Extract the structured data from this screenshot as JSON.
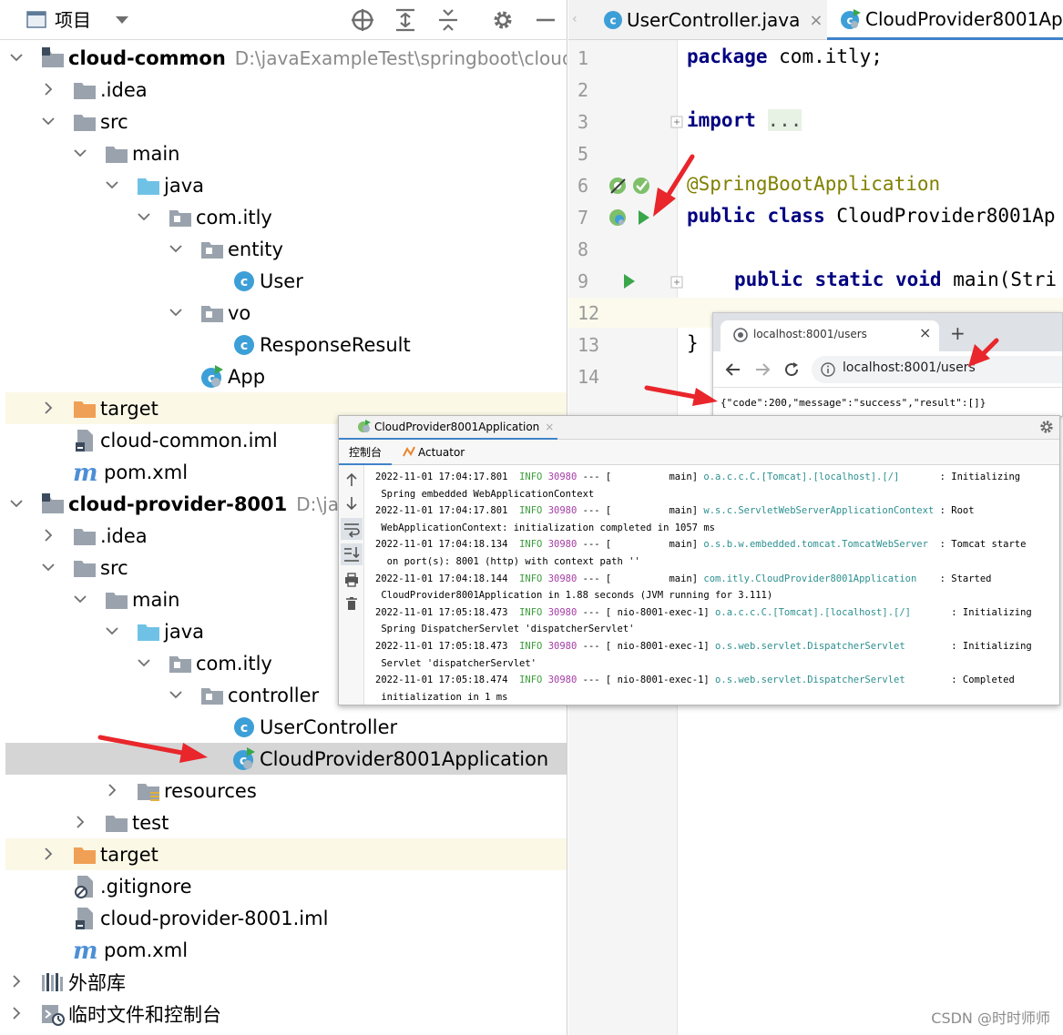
{
  "project_panel": {
    "title": "项目",
    "toolbar_icons": [
      "target-icon",
      "expand-all-icon",
      "collapse-all-icon",
      "gear-icon",
      "minimize-icon"
    ],
    "tree": [
      {
        "label": "cloud-common",
        "path": "D:\\javaExampleTest\\springboot\\cloud-c",
        "icon": "module-icon",
        "arrow": "down",
        "depth": 0,
        "bold": true
      },
      {
        "label": ".idea",
        "icon": "folder-icon",
        "arrow": "right",
        "depth": 1
      },
      {
        "label": "src",
        "icon": "folder-icon",
        "arrow": "down",
        "depth": 1
      },
      {
        "label": "main",
        "icon": "folder-icon",
        "arrow": "down",
        "depth": 2
      },
      {
        "label": "java",
        "icon": "source-folder-icon",
        "arrow": "down",
        "depth": 3
      },
      {
        "label": "com.itly",
        "icon": "package-icon",
        "arrow": "down",
        "depth": 4
      },
      {
        "label": "entity",
        "icon": "package-icon",
        "arrow": "down",
        "depth": 5
      },
      {
        "label": "User",
        "icon": "class-icon",
        "arrow": "none",
        "depth": 6
      },
      {
        "label": "vo",
        "icon": "package-icon",
        "arrow": "down",
        "depth": 5
      },
      {
        "label": "ResponseResult",
        "icon": "class-icon",
        "arrow": "none",
        "depth": 6
      },
      {
        "label": "App",
        "icon": "spring-class-icon",
        "arrow": "none",
        "depth": 5
      },
      {
        "label": "target",
        "icon": "excluded-folder-icon",
        "arrow": "right",
        "depth": 1,
        "highlight": "yellow"
      },
      {
        "label": "cloud-common.iml",
        "icon": "iml-file-icon",
        "arrow": "none",
        "depth": 1
      },
      {
        "label": "pom.xml",
        "icon": "maven-icon",
        "arrow": "none",
        "depth": 1
      },
      {
        "label": "cloud-provider-8001",
        "path": "D:\\javaE",
        "icon": "module-icon",
        "arrow": "down",
        "depth": 0,
        "bold": true
      },
      {
        "label": ".idea",
        "icon": "folder-icon",
        "arrow": "right",
        "depth": 1
      },
      {
        "label": "src",
        "icon": "folder-icon",
        "arrow": "down",
        "depth": 1
      },
      {
        "label": "main",
        "icon": "folder-icon",
        "arrow": "down",
        "depth": 2
      },
      {
        "label": "java",
        "icon": "source-folder-icon",
        "arrow": "down",
        "depth": 3
      },
      {
        "label": "com.itly",
        "icon": "package-icon",
        "arrow": "down",
        "depth": 4
      },
      {
        "label": "controller",
        "icon": "package-icon",
        "arrow": "down",
        "depth": 5
      },
      {
        "label": "UserController",
        "icon": "class-icon",
        "arrow": "none",
        "depth": 6
      },
      {
        "label": "CloudProvider8001Application",
        "icon": "spring-class-icon",
        "arrow": "none",
        "depth": 6,
        "highlight": "selected",
        "shift": -1
      },
      {
        "label": "resources",
        "icon": "resources-folder-icon",
        "arrow": "right",
        "depth": 3
      },
      {
        "label": "test",
        "icon": "folder-icon",
        "arrow": "right",
        "depth": 2
      },
      {
        "label": "target",
        "icon": "excluded-folder-icon",
        "arrow": "right",
        "depth": 1,
        "highlight": "yellow"
      },
      {
        "label": ".gitignore",
        "icon": "ignore-file-icon",
        "arrow": "none",
        "depth": 1
      },
      {
        "label": "cloud-provider-8001.iml",
        "icon": "iml-file-icon",
        "arrow": "none",
        "depth": 1
      },
      {
        "label": "pom.xml",
        "icon": "maven-icon",
        "arrow": "none",
        "depth": 1
      },
      {
        "label": "外部库",
        "icon": "library-icon",
        "arrow": "right",
        "depth": 0
      },
      {
        "label": "临时文件和控制台",
        "icon": "scratch-icon",
        "arrow": "right",
        "depth": 0
      }
    ]
  },
  "editor": {
    "tabs": [
      {
        "label": "UserController.java",
        "icon": "class-icon",
        "active": false
      },
      {
        "label": "CloudProvider8001Ap",
        "icon": "spring-class-icon",
        "active": true
      }
    ],
    "line_numbers": [
      "1",
      "2",
      "3",
      "5",
      "6",
      "7",
      "8",
      "9",
      "12",
      "13",
      "14"
    ],
    "code": {
      "l1_kw": "package",
      "l1_rest": " com.itly;",
      "l3_kw": "import",
      "l3_fold": "...",
      "l6_ann": "@SpringBootApplication",
      "l7_kw": "public class",
      "l7_rest": " CloudProvider8001Ap",
      "l9_kw": "public static void",
      "l9_rest": " main(Stri",
      "l13": "}"
    }
  },
  "browser": {
    "tab_title": "localhost:8001/users",
    "close_label": "×",
    "new_tab_label": "+",
    "address": "localhost:8001/users",
    "body": "{\"code\":200,\"message\":\"success\",\"result\":[]}"
  },
  "console": {
    "title": "CloudProvider8001Application",
    "close_label": "×",
    "tab_console": "控制台",
    "tab_actuator": "Actuator",
    "lines": [
      {
        "date": "2022-11-01 17:04:17.801",
        "level": "INFO",
        "pid": "30980",
        "sep": "--- [",
        "thread": "         main]",
        "logger": "o.a.c.c.C.[Tomcat].[localhost].[/]      ",
        "msg": ": Initializing"
      },
      {
        "cont": " Spring embedded WebApplicationContext"
      },
      {
        "date": "2022-11-01 17:04:17.801",
        "level": "INFO",
        "pid": "30980",
        "sep": "--- [",
        "thread": "         main]",
        "logger": "w.s.c.ServletWebServerApplicationContext",
        "msg": ": Root"
      },
      {
        "cont": " WebApplicationContext: initialization completed in 1057 ms"
      },
      {
        "date": "2022-11-01 17:04:18.134",
        "level": "INFO",
        "pid": "30980",
        "sep": "--- [",
        "thread": "         main]",
        "logger": "o.s.b.w.embedded.tomcat.TomcatWebServer ",
        "msg": ": Tomcat starte"
      },
      {
        "cont": "  on port(s): 8001 (http) with context path ''"
      },
      {
        "date": "2022-11-01 17:04:18.144",
        "level": "INFO",
        "pid": "30980",
        "sep": "--- [",
        "thread": "         main]",
        "logger": "com.itly.CloudProvider8001Application   ",
        "msg": ": Started"
      },
      {
        "cont": " CloudProvider8001Application in 1.88 seconds (JVM running for 3.111)"
      },
      {
        "date": "2022-11-01 17:05:18.473",
        "level": "INFO",
        "pid": "30980",
        "sep": "--- [",
        "thread": "nio-8001-exec-1]",
        "logger": "o.a.c.c.C.[Tomcat].[localhost].[/]      ",
        "msg": ": Initializing"
      },
      {
        "cont": " Spring DispatcherServlet 'dispatcherServlet'"
      },
      {
        "date": "2022-11-01 17:05:18.473",
        "level": "INFO",
        "pid": "30980",
        "sep": "--- [",
        "thread": "nio-8001-exec-1]",
        "logger": "o.s.web.servlet.DispatcherServlet       ",
        "msg": ": Initializing"
      },
      {
        "cont": " Servlet 'dispatcherServlet'"
      },
      {
        "date": "2022-11-01 17:05:18.474",
        "level": "INFO",
        "pid": "30980",
        "sep": "--- [",
        "thread": "nio-8001-exec-1]",
        "logger": "o.s.web.servlet.DispatcherServlet       ",
        "msg": ": Completed"
      },
      {
        "cont": " initialization in 1 ms"
      }
    ]
  },
  "watermark": "CSDN @时时师师",
  "colors": {
    "keyword": "#000080",
    "annotation": "#808000",
    "run_green": "#3aa64a",
    "folder_gray": "#9aa3ad",
    "source_blue": "#6fc2e6",
    "excluded_orange": "#f0a054",
    "class_blue": "#3d9fd7",
    "arrow_red": "#e8262b"
  }
}
